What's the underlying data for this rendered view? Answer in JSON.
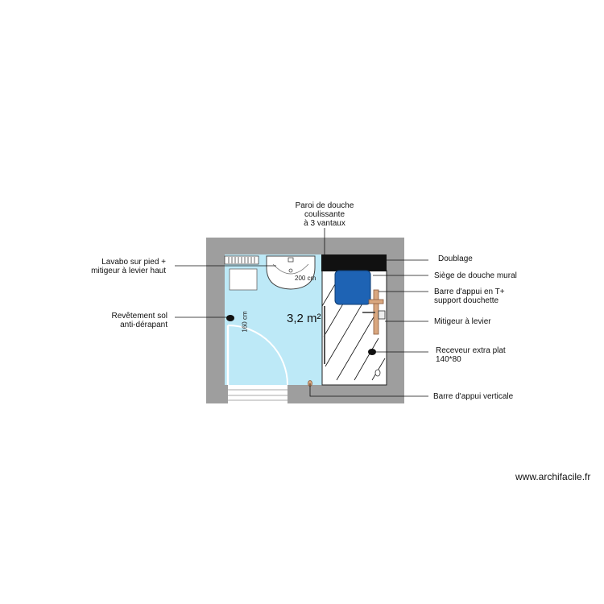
{
  "plan": {
    "area": "3,2 m²",
    "dimension_width": "200 cm",
    "dimension_height": "160 cm",
    "watermark": "www.archifacile.fr"
  },
  "labels": {
    "paroi": [
      "Paroi de douche",
      "coulissante",
      "à 3 vantaux"
    ],
    "lavabo": [
      "Lavabo sur pied +",
      "mitigeur à levier haut"
    ],
    "revetement": [
      "Revêtement sol",
      "anti-dérapant"
    ],
    "doublage": "Doublage",
    "siege": "Siège de douche mural",
    "barre_t": [
      "Barre d'appui en T+",
      "support douchette"
    ],
    "mitigeur": "Mitigeur à levier",
    "receveur": [
      "Receveur extra plat",
      "140*80"
    ],
    "barre_verticale": "Barre d'appui verticale"
  },
  "colors": {
    "wall": "#9e9e9e",
    "floor": "#bde9f7",
    "shower_floor": "#ffffff",
    "seat": "#1e63b4",
    "grab_bar": "#d9a77f",
    "doublage": "#111111"
  }
}
